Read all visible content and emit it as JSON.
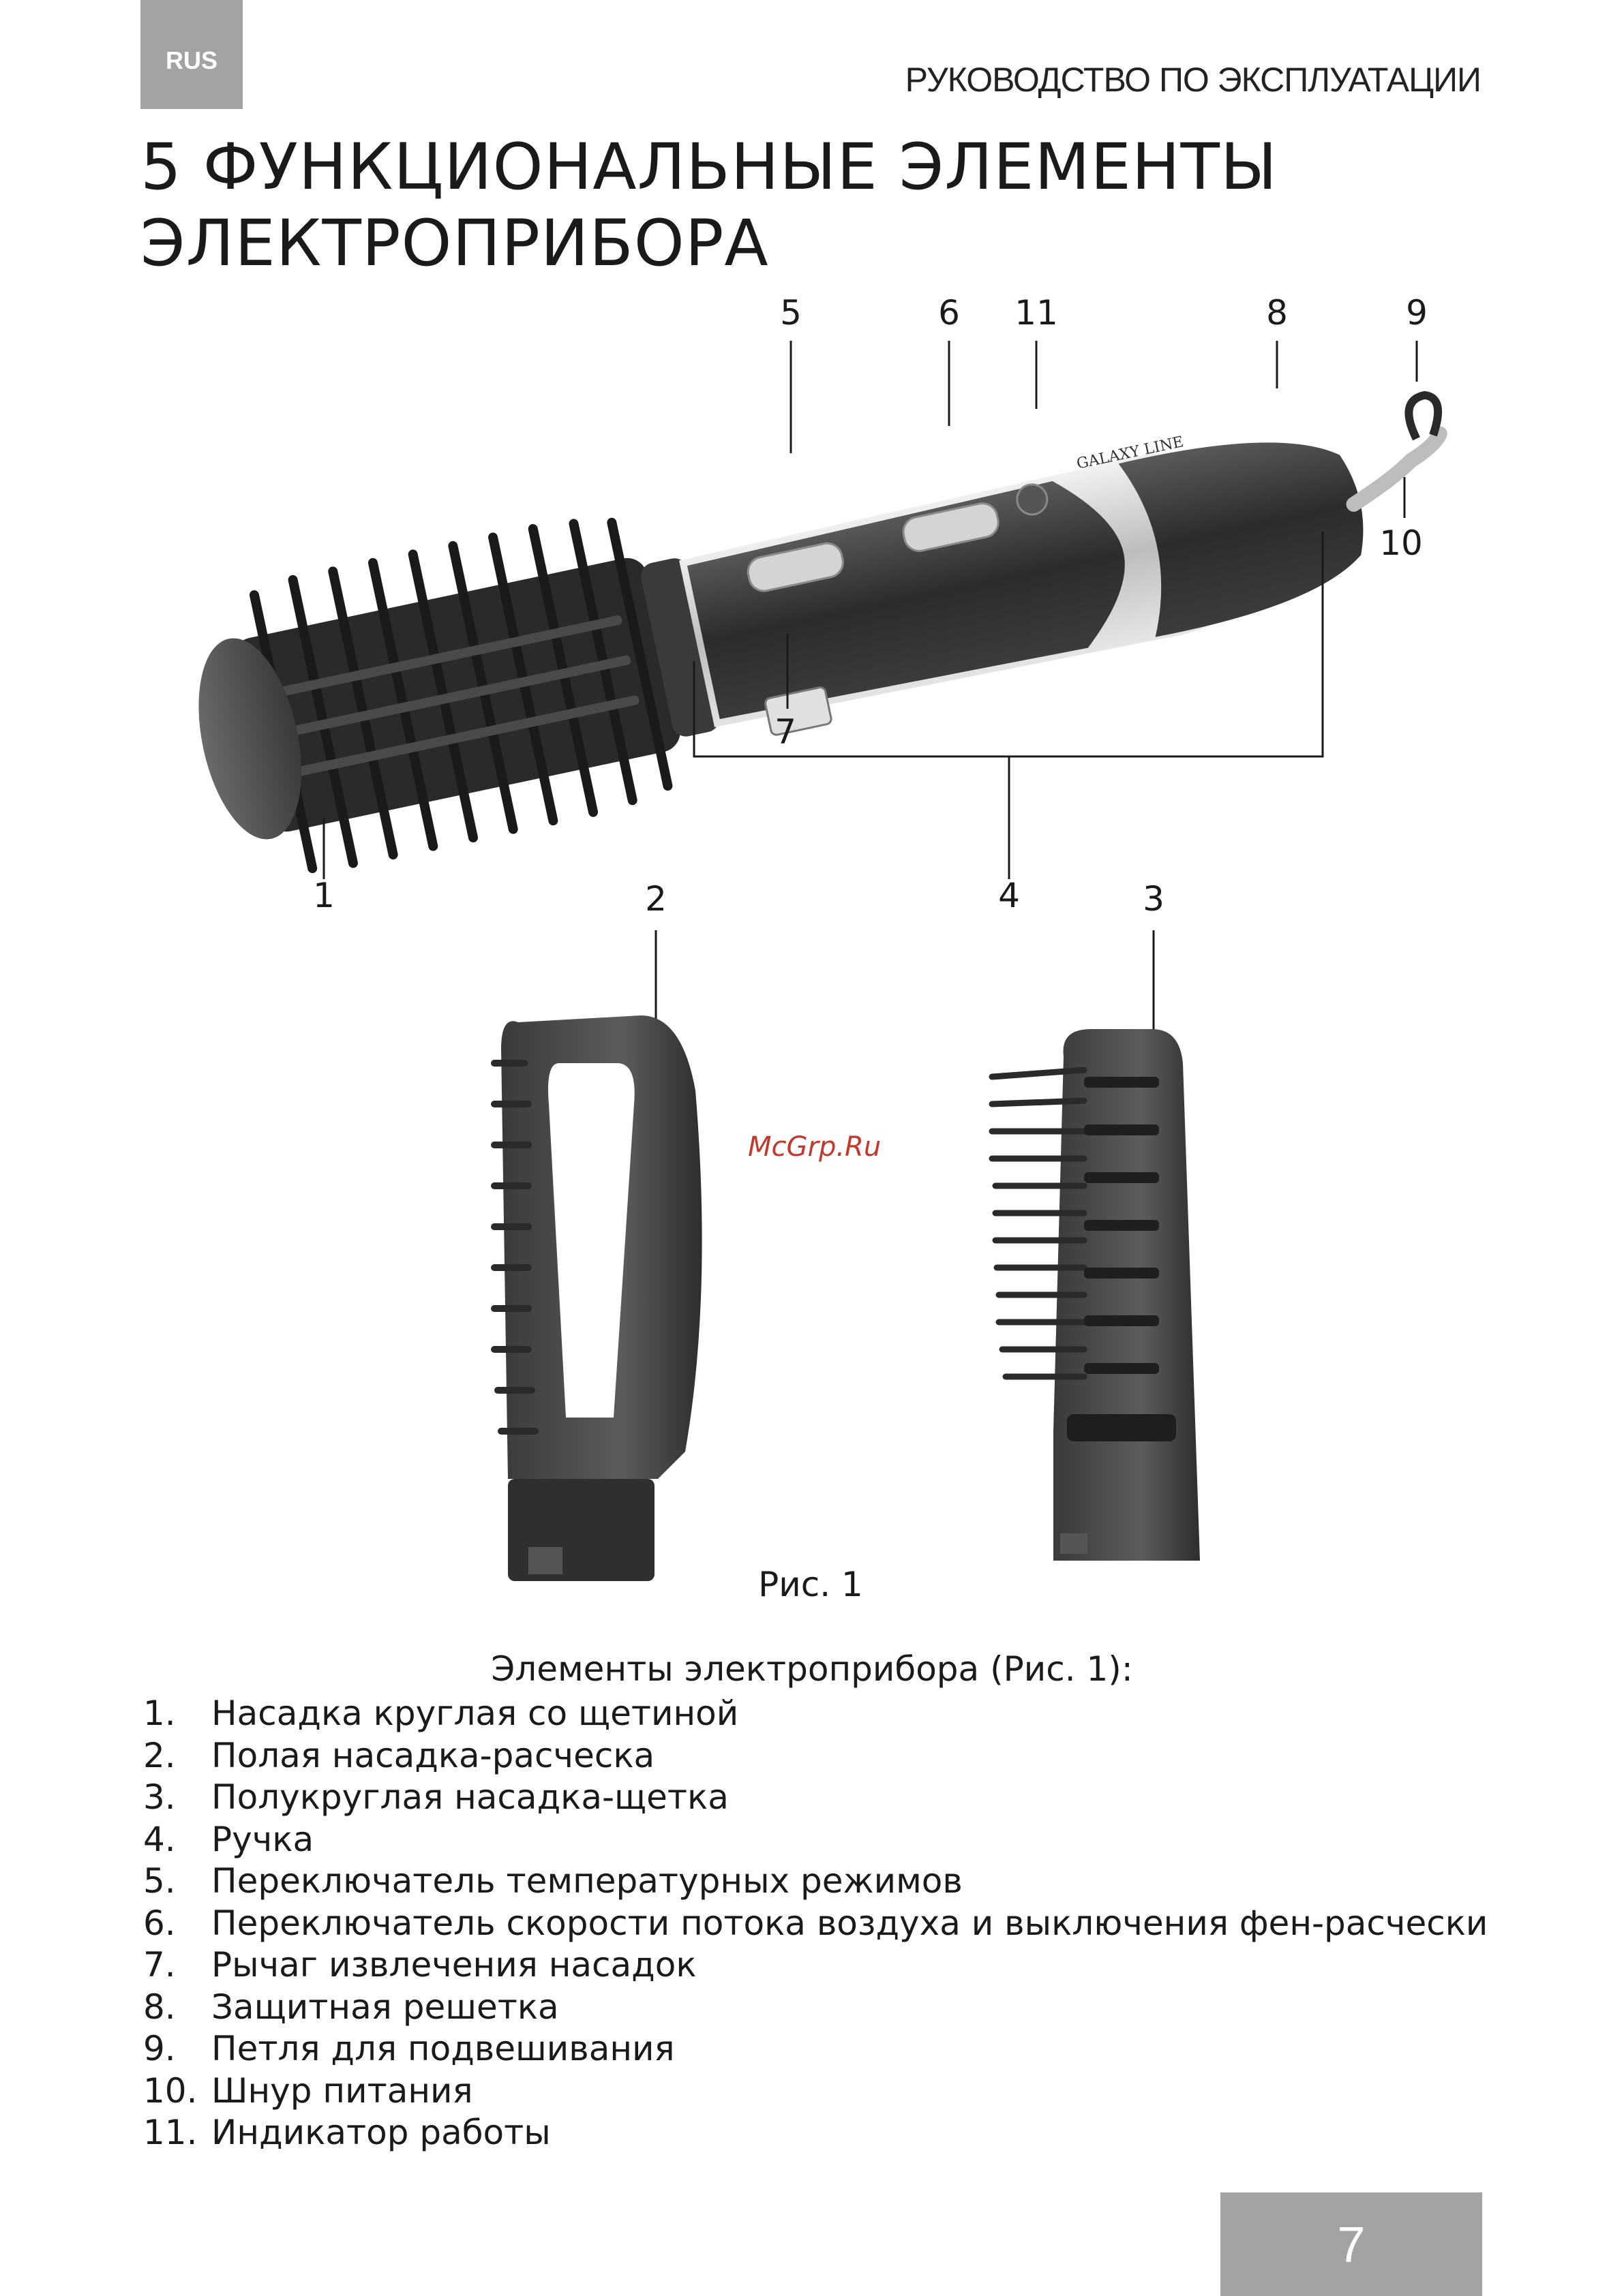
{
  "header": {
    "lang": "RUS",
    "doc_title": "РУКОВОДСТВО ПО ЭКСПЛУАТАЦИИ"
  },
  "section": {
    "title_line1": "5 ФУНКЦИОНАЛЬНЫЕ ЭЛЕМЕНТЫ",
    "title_line2": "ЭЛЕКТРОПРИБОРА"
  },
  "figure": {
    "brand": "GALAXY LINE",
    "callouts": [
      "1",
      "2",
      "3",
      "4",
      "5",
      "6",
      "7",
      "8",
      "9",
      "10",
      "11"
    ],
    "watermark": "McGrp.Ru",
    "caption": "Рис. 1"
  },
  "list": {
    "intro": "Элементы электроприбора (Рис. 1):",
    "items": [
      {
        "num": "1.",
        "text": "Насадка круглая со щетиной"
      },
      {
        "num": "2.",
        "text": "Полая насадка-расческа"
      },
      {
        "num": "3.",
        "text": "Полукруглая насадка-щетка"
      },
      {
        "num": "4.",
        "text": "Ручка"
      },
      {
        "num": "5.",
        "text": "Переключатель температурных режимов"
      },
      {
        "num": "6.",
        "text": "Переключатель скорости потока воздуха и выключения фен-расчески"
      },
      {
        "num": "7.",
        "text": "Рычаг извлечения насадок"
      },
      {
        "num": "8.",
        "text": "Защитная решетка"
      },
      {
        "num": "9.",
        "text": "Петля для подвешивания"
      },
      {
        "num": "10.",
        "text": "Шнур питания"
      },
      {
        "num": "11.",
        "text": "Индикатор работы"
      }
    ]
  },
  "footer": {
    "page_number": "7"
  }
}
